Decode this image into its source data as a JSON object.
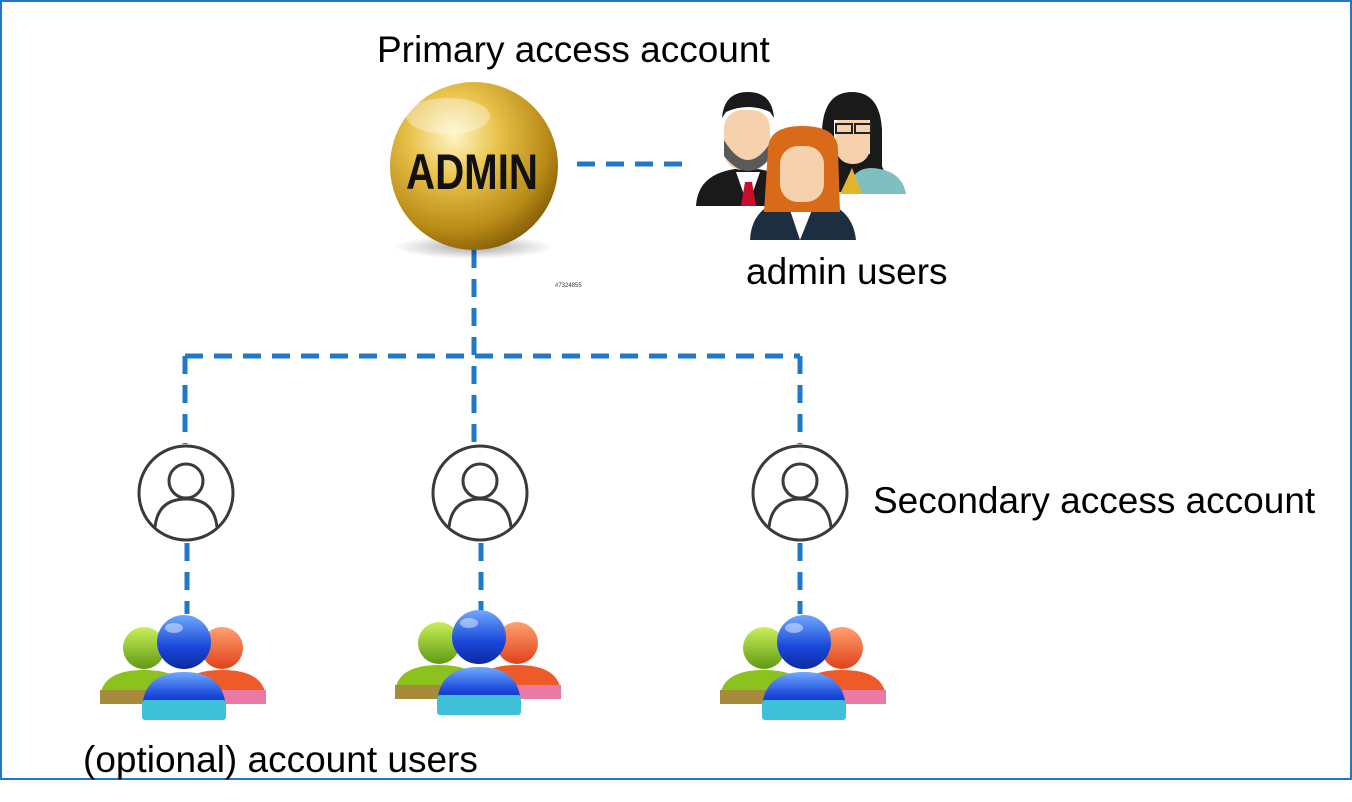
{
  "labels": {
    "primary": "Primary access account",
    "admin_badge": "ADMIN",
    "admin_users": "admin users",
    "secondary": "Secondary access account",
    "optional_users": "(optional) account users",
    "stock_id": "#7324855"
  },
  "colors": {
    "connector": "#1f78c8",
    "frame": "#1f78c8",
    "gold": "#e2b52c",
    "user_outline": "#3a3a3a"
  },
  "icons": {
    "primary_account": "admin-gold-sphere-icon",
    "admin_users": "admin-users-group-icon",
    "secondary_account": "user-circle-icon",
    "account_users": "users-group-icon"
  }
}
